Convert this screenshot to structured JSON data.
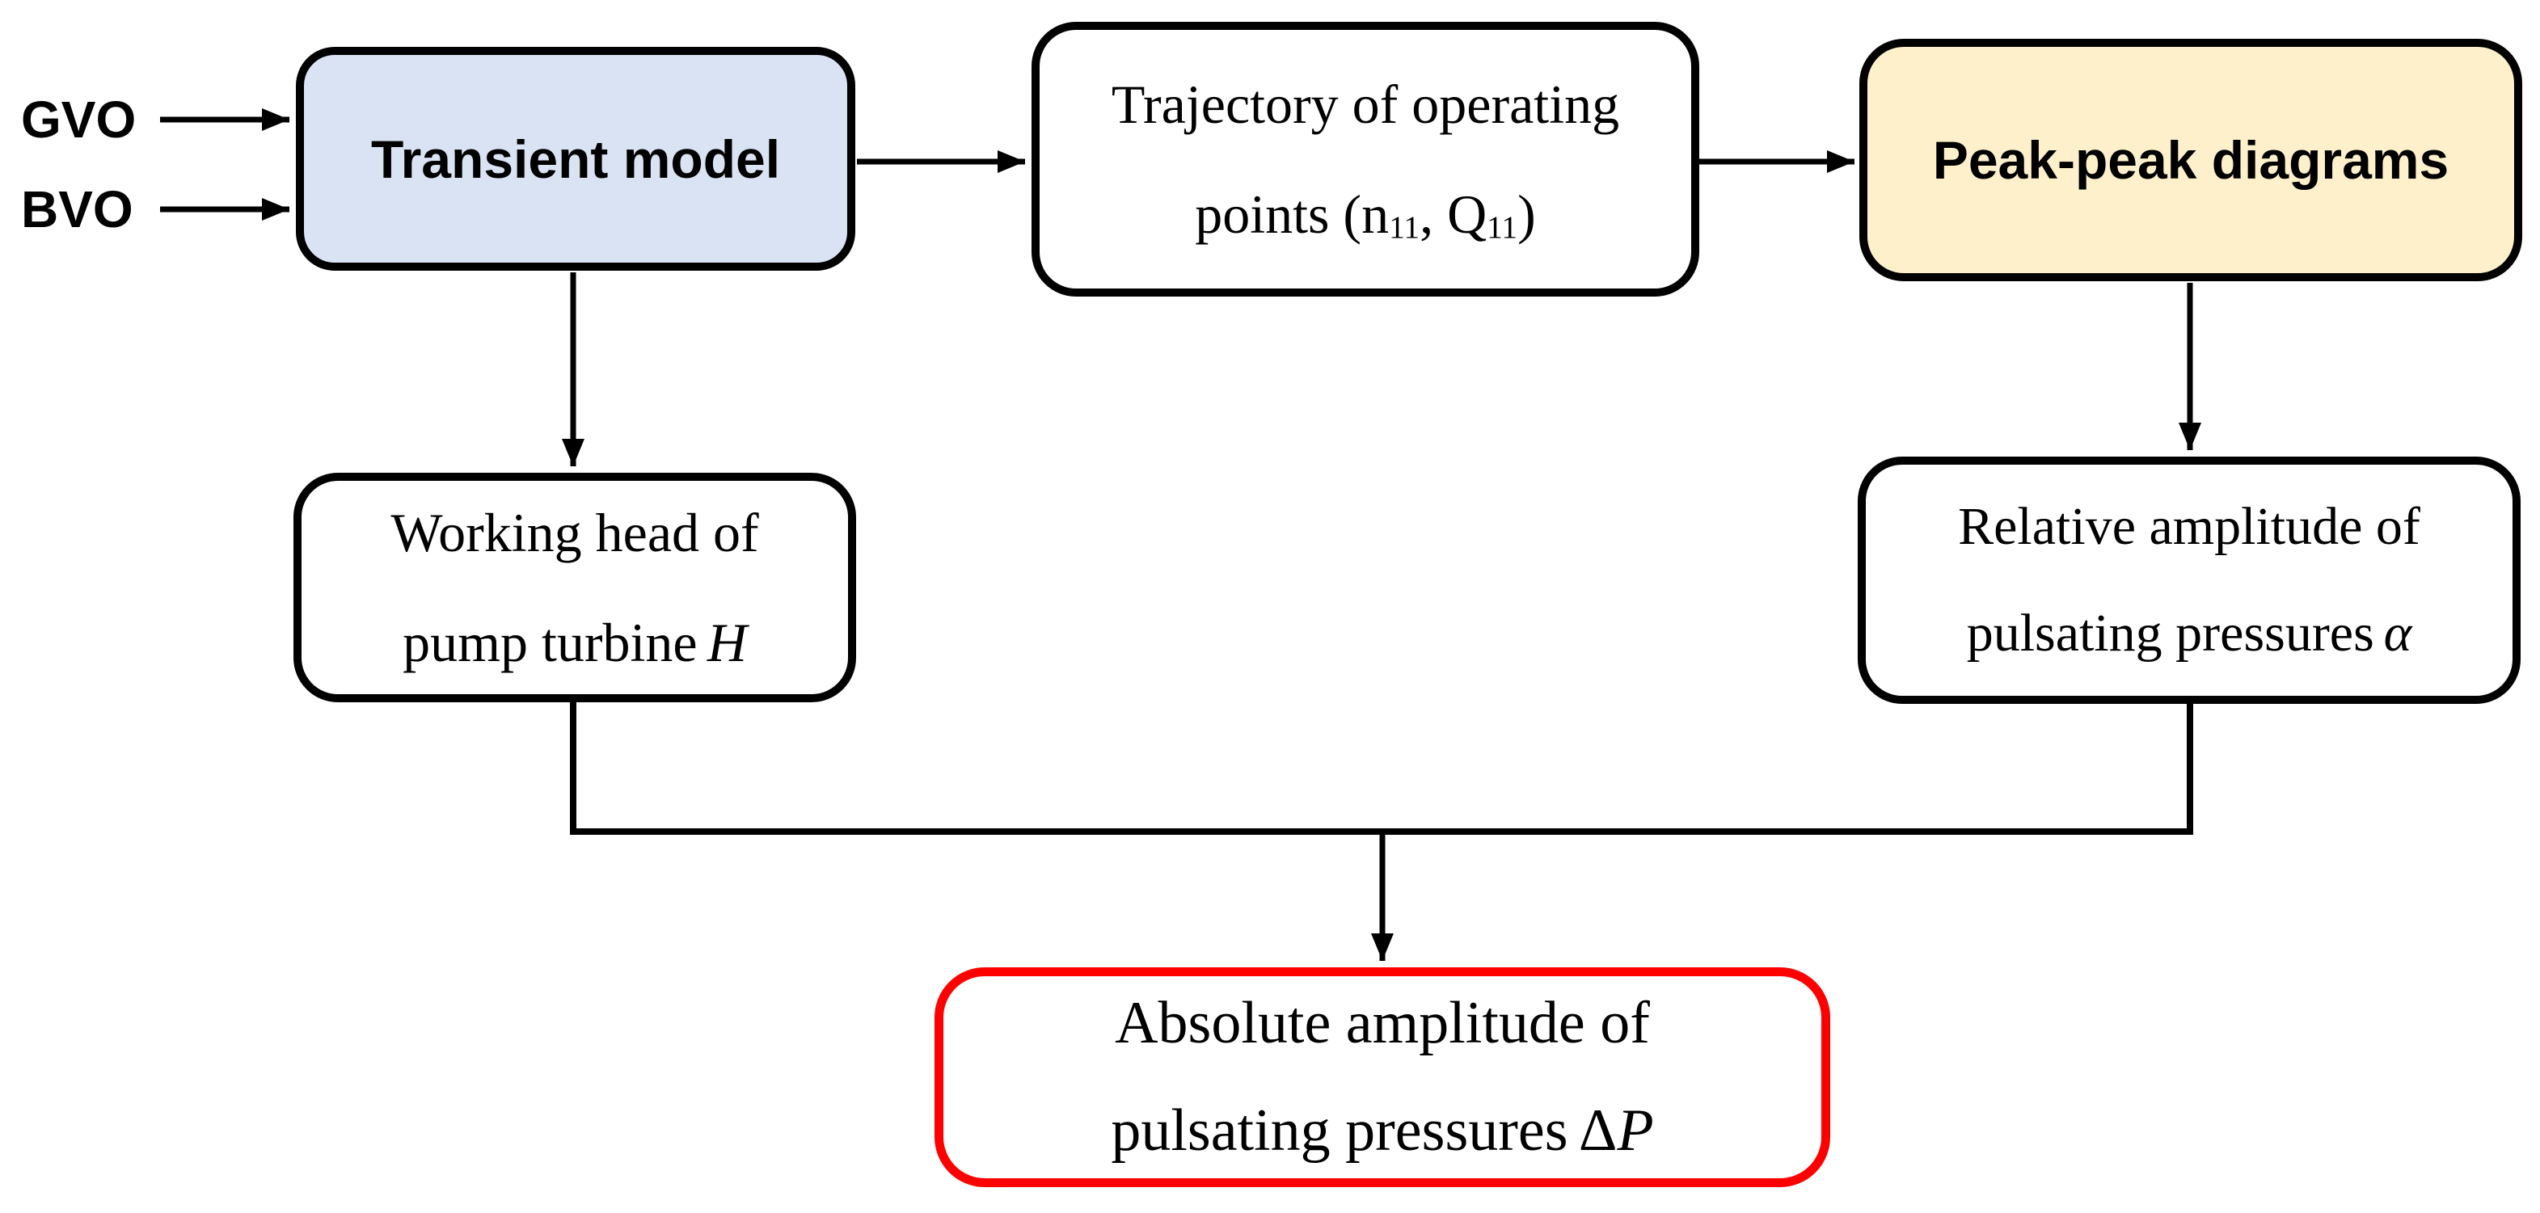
{
  "figure": {
    "background_color": "#ffffff",
    "connector_color": "#000000",
    "inputs": {
      "gvo": {
        "label": "GVO"
      },
      "bvo": {
        "label": "BVO"
      }
    },
    "boxes": {
      "transient_model": {
        "label": "Transient model",
        "fill": "#D9E3F3",
        "border": "#000000"
      },
      "trajectory": {
        "line1": "Trajectory of operating",
        "line2_seg1": "points (n",
        "line2_sub1": "11",
        "line2_seg2": ", Q",
        "line2_sub2": "11",
        "line2_seg3": ")",
        "fill": "#FFFFFF",
        "border": "#000000"
      },
      "peak_peak": {
        "label": "Peak-peak diagrams",
        "fill": "#FDF0CA",
        "border": "#000000"
      },
      "working_head": {
        "line1": "Working head of",
        "line2": "pump turbine",
        "line2_symbol": "H",
        "fill": "#FFFFFF",
        "border": "#000000"
      },
      "relative_amplitude": {
        "line1": "Relative amplitude of",
        "line2": "pulsating pressures",
        "line2_symbol": "α",
        "fill": "#FFFFFF",
        "border": "#000000"
      },
      "absolute_amplitude": {
        "line1": "Absolute amplitude of",
        "line2": "pulsating pressures",
        "line2_delta": "Δ",
        "line2_symbol": "P",
        "fill": "#FFFFFF",
        "border": "#FF0000"
      }
    }
  }
}
